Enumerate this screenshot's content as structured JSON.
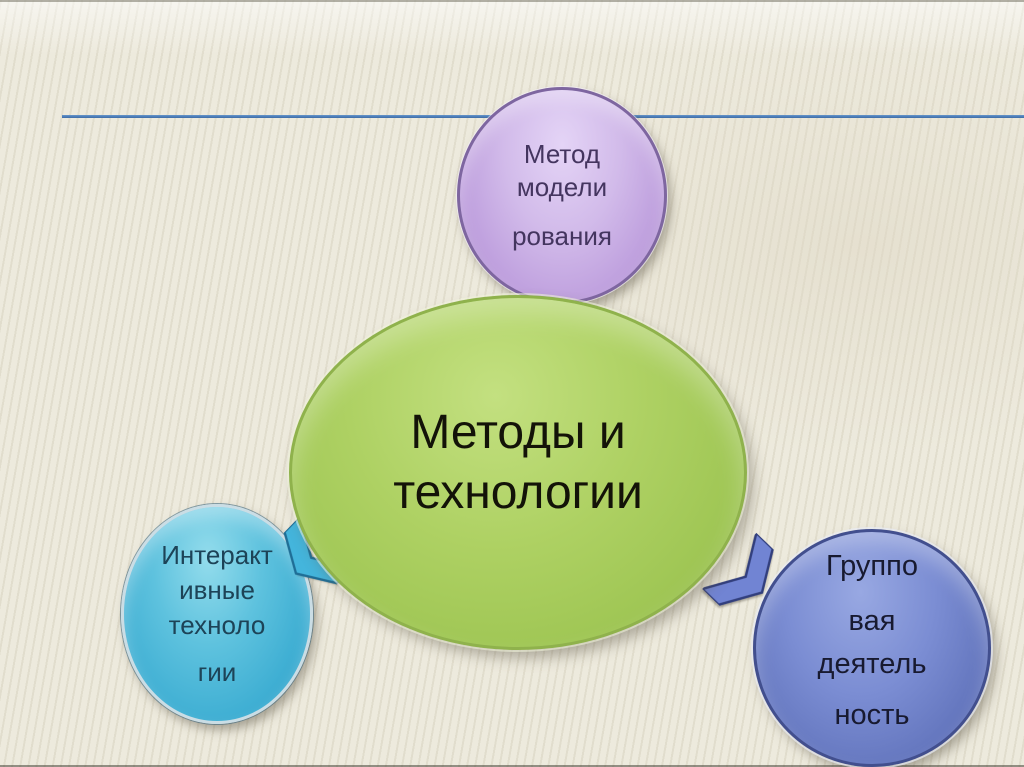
{
  "slide": {
    "background_color": "#edeadd",
    "divider_color": "#4f81bd"
  },
  "diagram": {
    "center_node": {
      "lines": [
        "Методы и",
        "технологии"
      ],
      "fill": "#aed163",
      "border_color": "#8fb24c",
      "text_color": "#131308"
    },
    "top_node": {
      "lines": [
        "Метод",
        "модели",
        "рования"
      ],
      "fill": "#d2bbea",
      "border_color": "#7e66a0",
      "text_color": "#44355f"
    },
    "left_node": {
      "lines": [
        "Интеракт",
        "ивные",
        "техноло",
        "гии"
      ],
      "fill": "#4cb6d8",
      "border_color": "#cadde5",
      "text_color": "#1d4357"
    },
    "right_node": {
      "lines": [
        "Группо",
        "вая",
        "деятель",
        "ность"
      ],
      "fill": "#7b8dd3",
      "border_color": "#424f8e",
      "text_color": "#181a30"
    },
    "arrows": {
      "left_color": "#44b5dc",
      "left_edge_color": "#1f6e96",
      "right_color": "#7184d3",
      "right_edge_color": "#323f7d"
    }
  }
}
